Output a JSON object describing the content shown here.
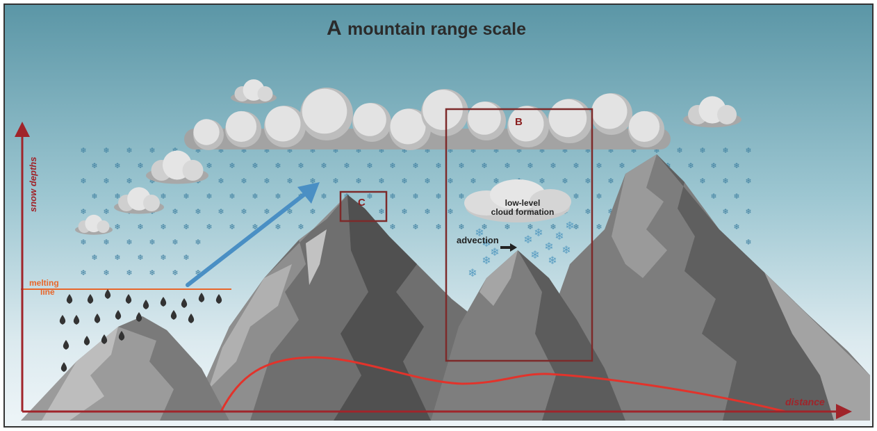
{
  "title": {
    "letter": "A",
    "text": "mountain range scale"
  },
  "boxes": {
    "b_label": "B",
    "c_label": "C"
  },
  "annotations": {
    "low_level_line1": "low-level",
    "low_level_line2": "cloud formation",
    "advection": "advection",
    "melting_line1": "melting",
    "melting_line2": "line"
  },
  "axes": {
    "y_label": "snow depths",
    "x_label": "distance"
  },
  "colors": {
    "sky_top": "#5b96a6",
    "sky_bottom": "#e8f2f6",
    "axis_red": "#a0242a",
    "curve_red": "#e2332b",
    "melting_orange": "#e8662a",
    "upslope_blue": "#4a8fc4",
    "box_maroon": "#7d2a2a",
    "raindrop": "#333333"
  },
  "icons": {
    "snowflake": "snowflake-icon",
    "raindrop": "raindrop-icon",
    "cloud": "cloud-icon"
  }
}
